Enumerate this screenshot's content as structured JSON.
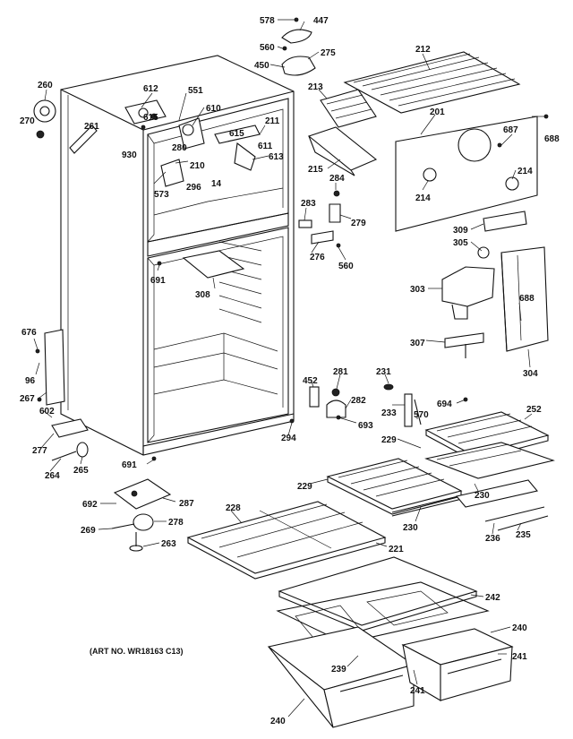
{
  "caption": "(ART NO. WR18163 C13)",
  "callouts": [
    "578",
    "447",
    "560",
    "275",
    "450",
    "212",
    "213",
    "260",
    "612",
    "551",
    "270",
    "615",
    "610",
    "211",
    "261",
    "280",
    "615",
    "611",
    "201",
    "687",
    "688",
    "930",
    "210",
    "613",
    "296",
    "215",
    "284",
    "214",
    "14",
    "573",
    "214",
    "283",
    "279",
    "309",
    "305",
    "691",
    "276",
    "560",
    "308",
    "303",
    "688",
    "676",
    "96",
    "307",
    "304",
    "452",
    "281",
    "231",
    "267",
    "282",
    "694",
    "252",
    "233",
    "570",
    "693",
    "602",
    "294",
    "229",
    "277",
    "264",
    "265",
    "229",
    "691",
    "230",
    "287",
    "692",
    "278",
    "230",
    "236",
    "269",
    "228",
    "235",
    "263",
    "221",
    "242",
    "240",
    "239",
    "241",
    "241",
    "240"
  ]
}
